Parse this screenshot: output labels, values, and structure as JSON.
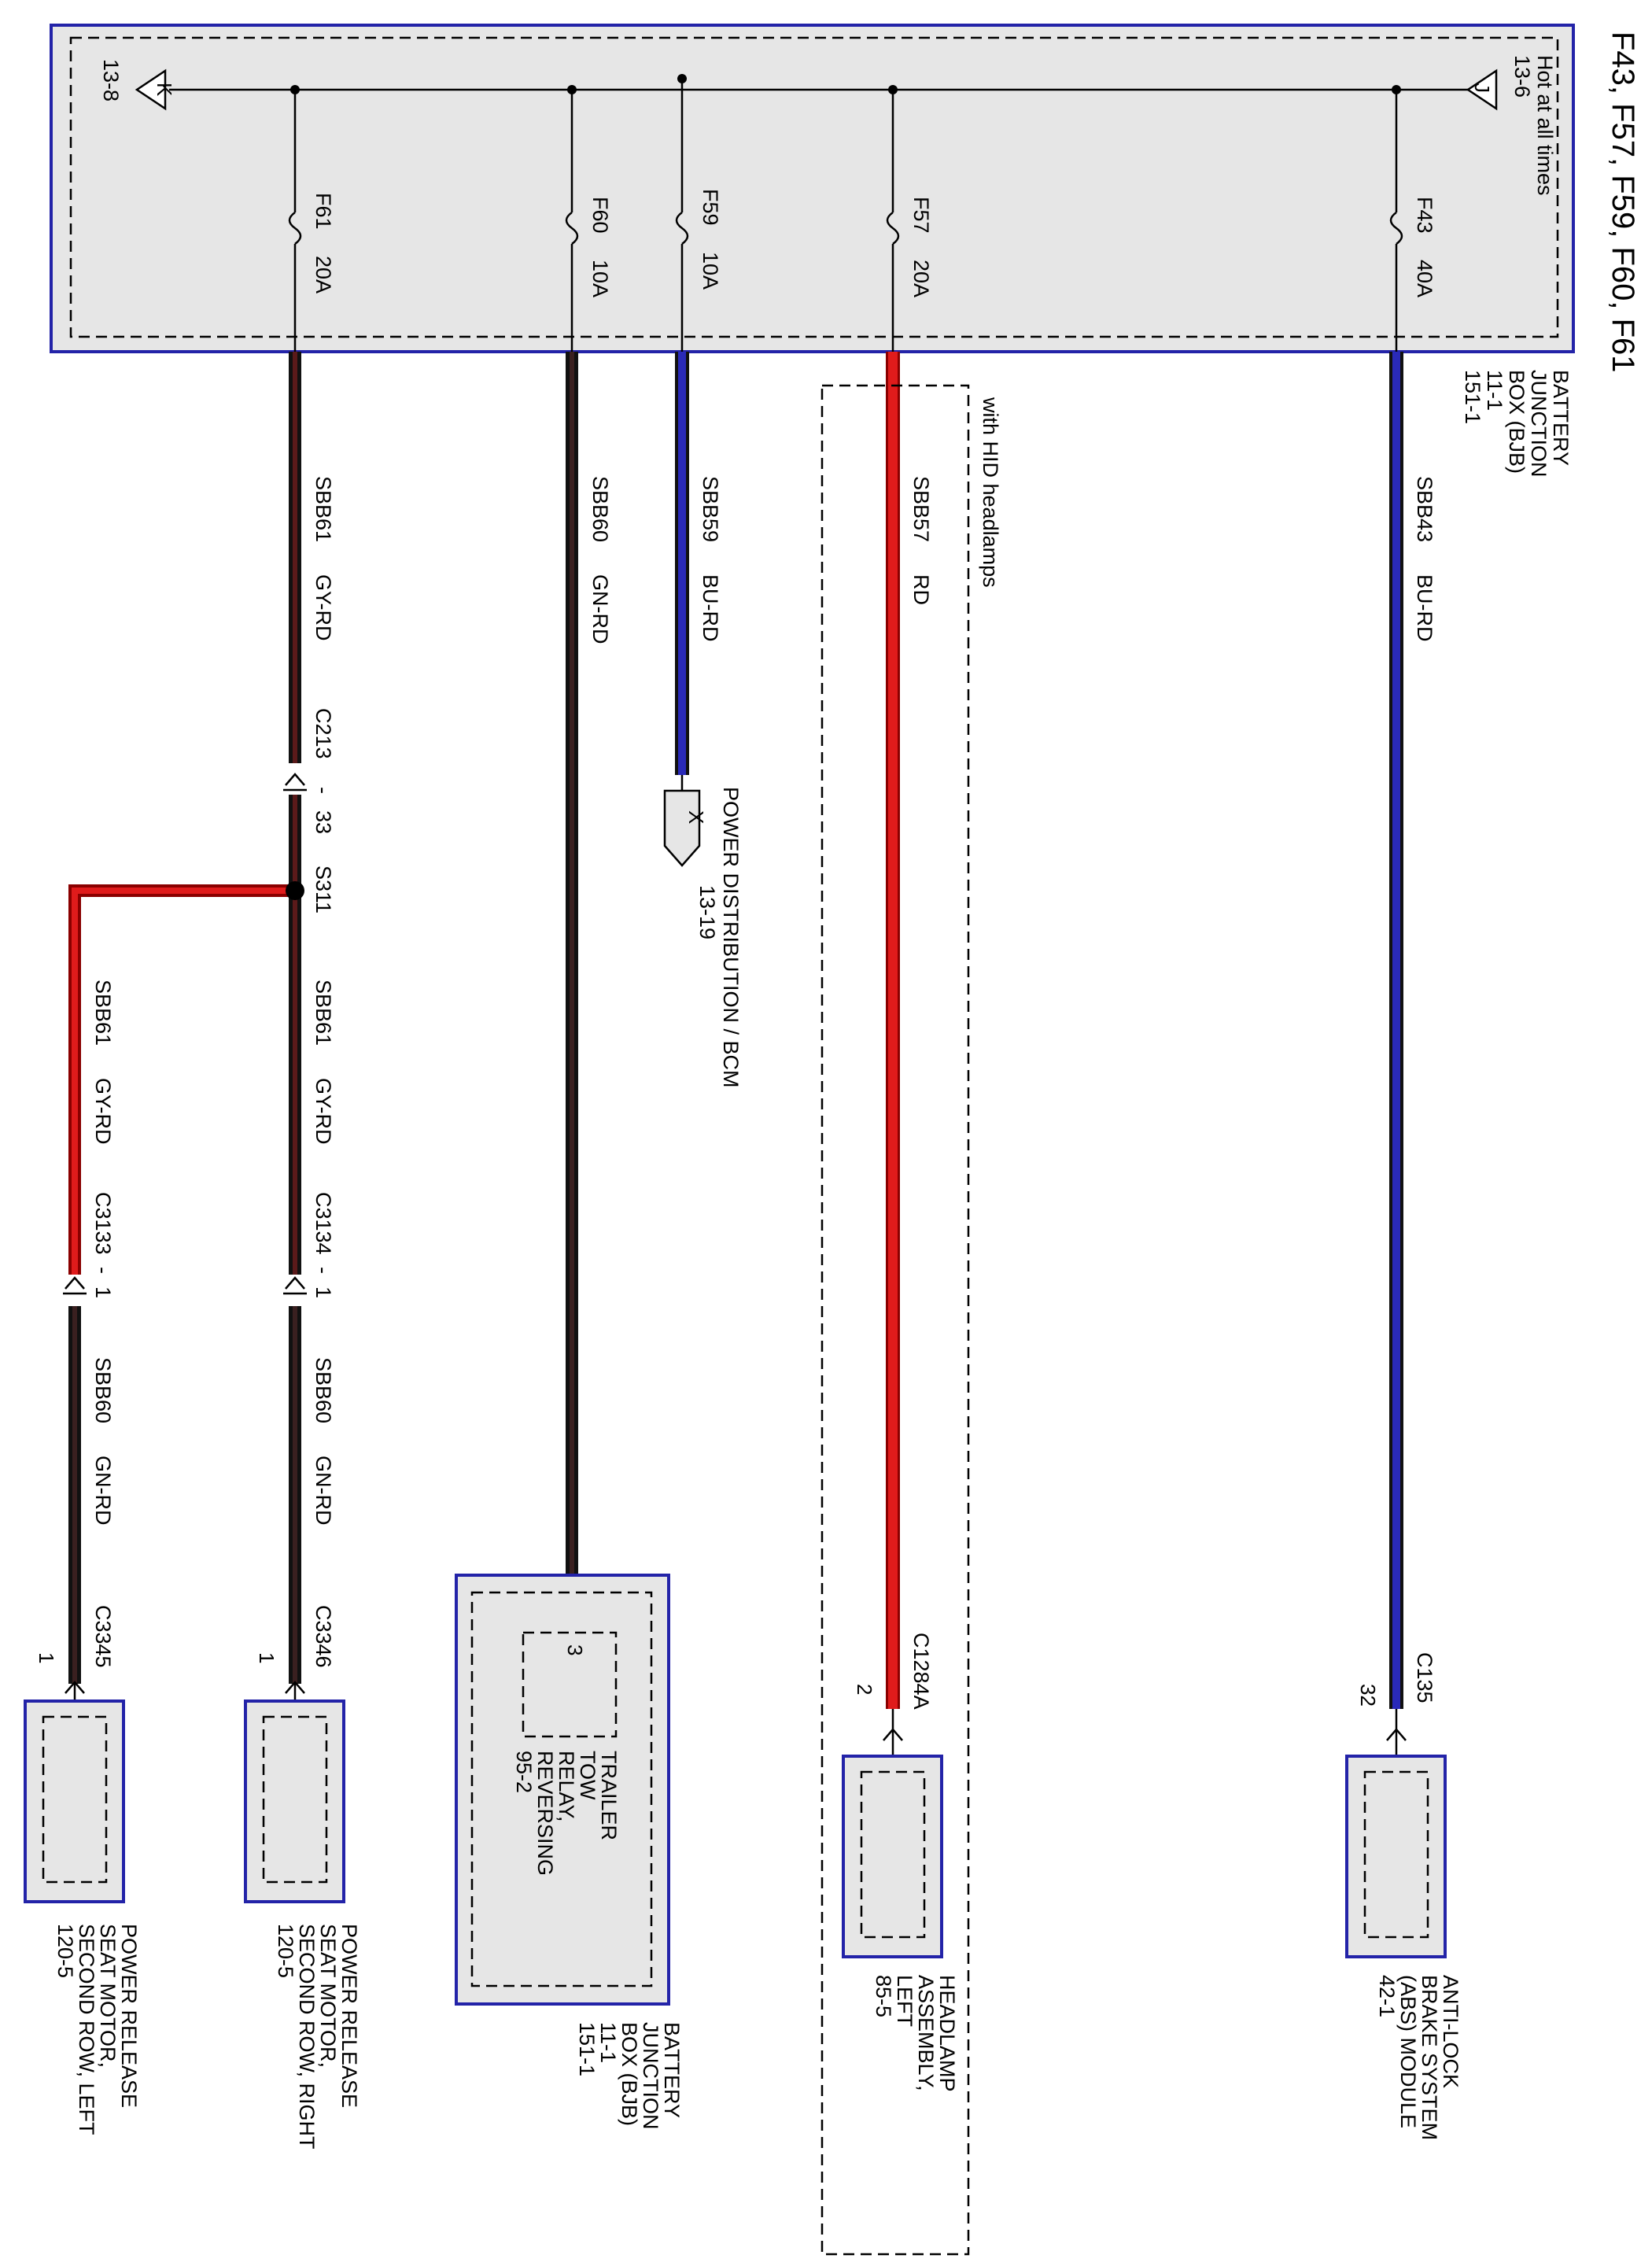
{
  "title": "F43, F57, F59, F60, F61",
  "colors": {
    "box_border": "#2323a8",
    "box_fill": "#e6e6e6",
    "wire_black": "#111111",
    "wire_red": "#e01b1b",
    "wire_blue": "#2a2ab8"
  },
  "bjb_top": {
    "name": "BATTERY JUNCTION BOX (BJB)",
    "name_lines": [
      "BATTERY",
      "JUNCTION",
      "BOX (BJB)"
    ],
    "ref1": "11-1",
    "ref2": "151-1",
    "hot_note": "Hot at all times",
    "ref_in": "13-6",
    "ref_out": "13-8",
    "connector_in": "J",
    "connector_out": "K"
  },
  "fuses": [
    {
      "id": "F43",
      "rating": "40A"
    },
    {
      "id": "F57",
      "rating": "20A"
    },
    {
      "id": "F59",
      "rating": "10A"
    },
    {
      "id": "F60",
      "rating": "10A"
    },
    {
      "id": "F61",
      "rating": "20A"
    }
  ],
  "circuits": {
    "sbb43": {
      "circuit": "SBB43",
      "color": "BU-RD"
    },
    "sbb57": {
      "circuit": "SBB57",
      "color": "RD"
    },
    "sbb59": {
      "circuit": "SBB59",
      "color": "BU-RD"
    },
    "sbb60": {
      "circuit": "SBB60",
      "color": "GN-RD"
    },
    "sbb61": {
      "circuit": "SBB61",
      "color": "GY-RD"
    }
  },
  "hid_note": "with HID headlamps",
  "connectors": {
    "c135": {
      "name": "C135",
      "pin": "32"
    },
    "c1284a": {
      "name": "C1284A",
      "pin": "2"
    },
    "c213": {
      "name": "C213",
      "pin": "33"
    },
    "s311": {
      "name": "S311"
    },
    "c3133": {
      "name": "C3133",
      "pin": "1"
    },
    "c3134": {
      "name": "C3134",
      "pin": "1"
    },
    "c3345": {
      "name": "C3345",
      "pin": "1"
    },
    "c3346": {
      "name": "C3346",
      "pin": "1"
    },
    "bjb_pin": {
      "pin": "3"
    }
  },
  "power_dist": {
    "name": "POWER DISTRIBUTION / BCM",
    "ref": "13-19",
    "connector": "X"
  },
  "components": {
    "abs": {
      "lines": [
        "ANTI-LOCK",
        "BRAKE SYSTEM",
        "(ABS) MODULE"
      ],
      "ref": "42-1"
    },
    "headlamp": {
      "lines": [
        "HEADLAMP",
        "ASSEMBLY,",
        "LEFT"
      ],
      "ref": "85-5"
    },
    "bjb_bottom": {
      "lines": [
        "BATTERY",
        "JUNCTION",
        "BOX (BJB)"
      ],
      "ref1": "11-1",
      "ref2": "151-1"
    },
    "trailer_relay": {
      "lines": [
        "TRAILER",
        "TOW",
        "RELAY,",
        "REVERSING"
      ],
      "ref": "95-2"
    },
    "seat_right": {
      "lines": [
        "POWER RELEASE",
        "SEAT MOTOR,",
        "SECOND ROW, RIGHT"
      ],
      "ref": "120-5"
    },
    "seat_left": {
      "lines": [
        "POWER RELEASE",
        "SEAT MOTOR,",
        "SECOND ROW, LEFT"
      ],
      "ref": "120-5"
    }
  }
}
